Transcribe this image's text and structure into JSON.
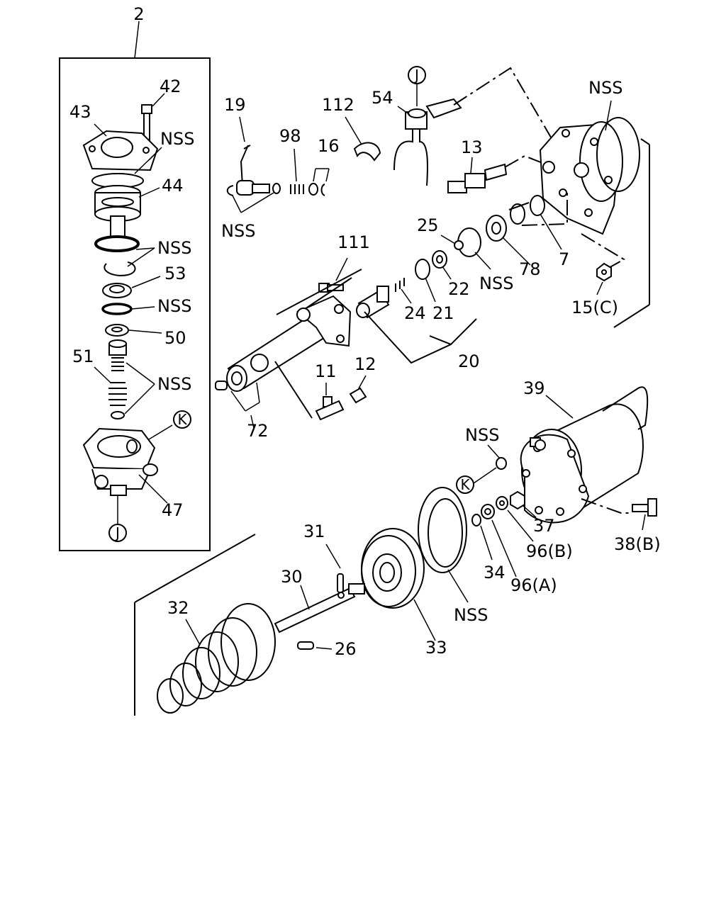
{
  "labels": {
    "assy_2": "2",
    "p42": "42",
    "p43": "43",
    "nss_43": "NSS",
    "p44": "44",
    "nss_44": "NSS",
    "p53": "53",
    "nss_53": "NSS",
    "p50": "50",
    "p51": "51",
    "nss_51": "NSS",
    "p47": "47",
    "ref_k_top": "K",
    "ref_j_bottom": "J",
    "p19": "19",
    "p98": "98",
    "p16": "16",
    "nss_19": "NSS",
    "p112": "112",
    "p54": "54",
    "ref_j_top": "J",
    "p13": "13",
    "nss_housing": "NSS",
    "p25": "25",
    "nss_25": "NSS",
    "p78": "78",
    "p7": "7",
    "p111": "111",
    "p22": "22",
    "p24": "24",
    "p21": "21",
    "p20": "20",
    "p15c": "15(C)",
    "p11": "11",
    "p12": "12",
    "p72": "72",
    "p39": "39",
    "nss_k": "NSS",
    "ref_k_mid": "K",
    "p37": "37",
    "p96b": "96(B)",
    "p38b": "38(B)",
    "p34": "34",
    "p96a": "96(A)",
    "nss_33": "NSS",
    "p31": "31",
    "p30": "30",
    "p32": "32",
    "p26": "26",
    "p33": "33"
  }
}
